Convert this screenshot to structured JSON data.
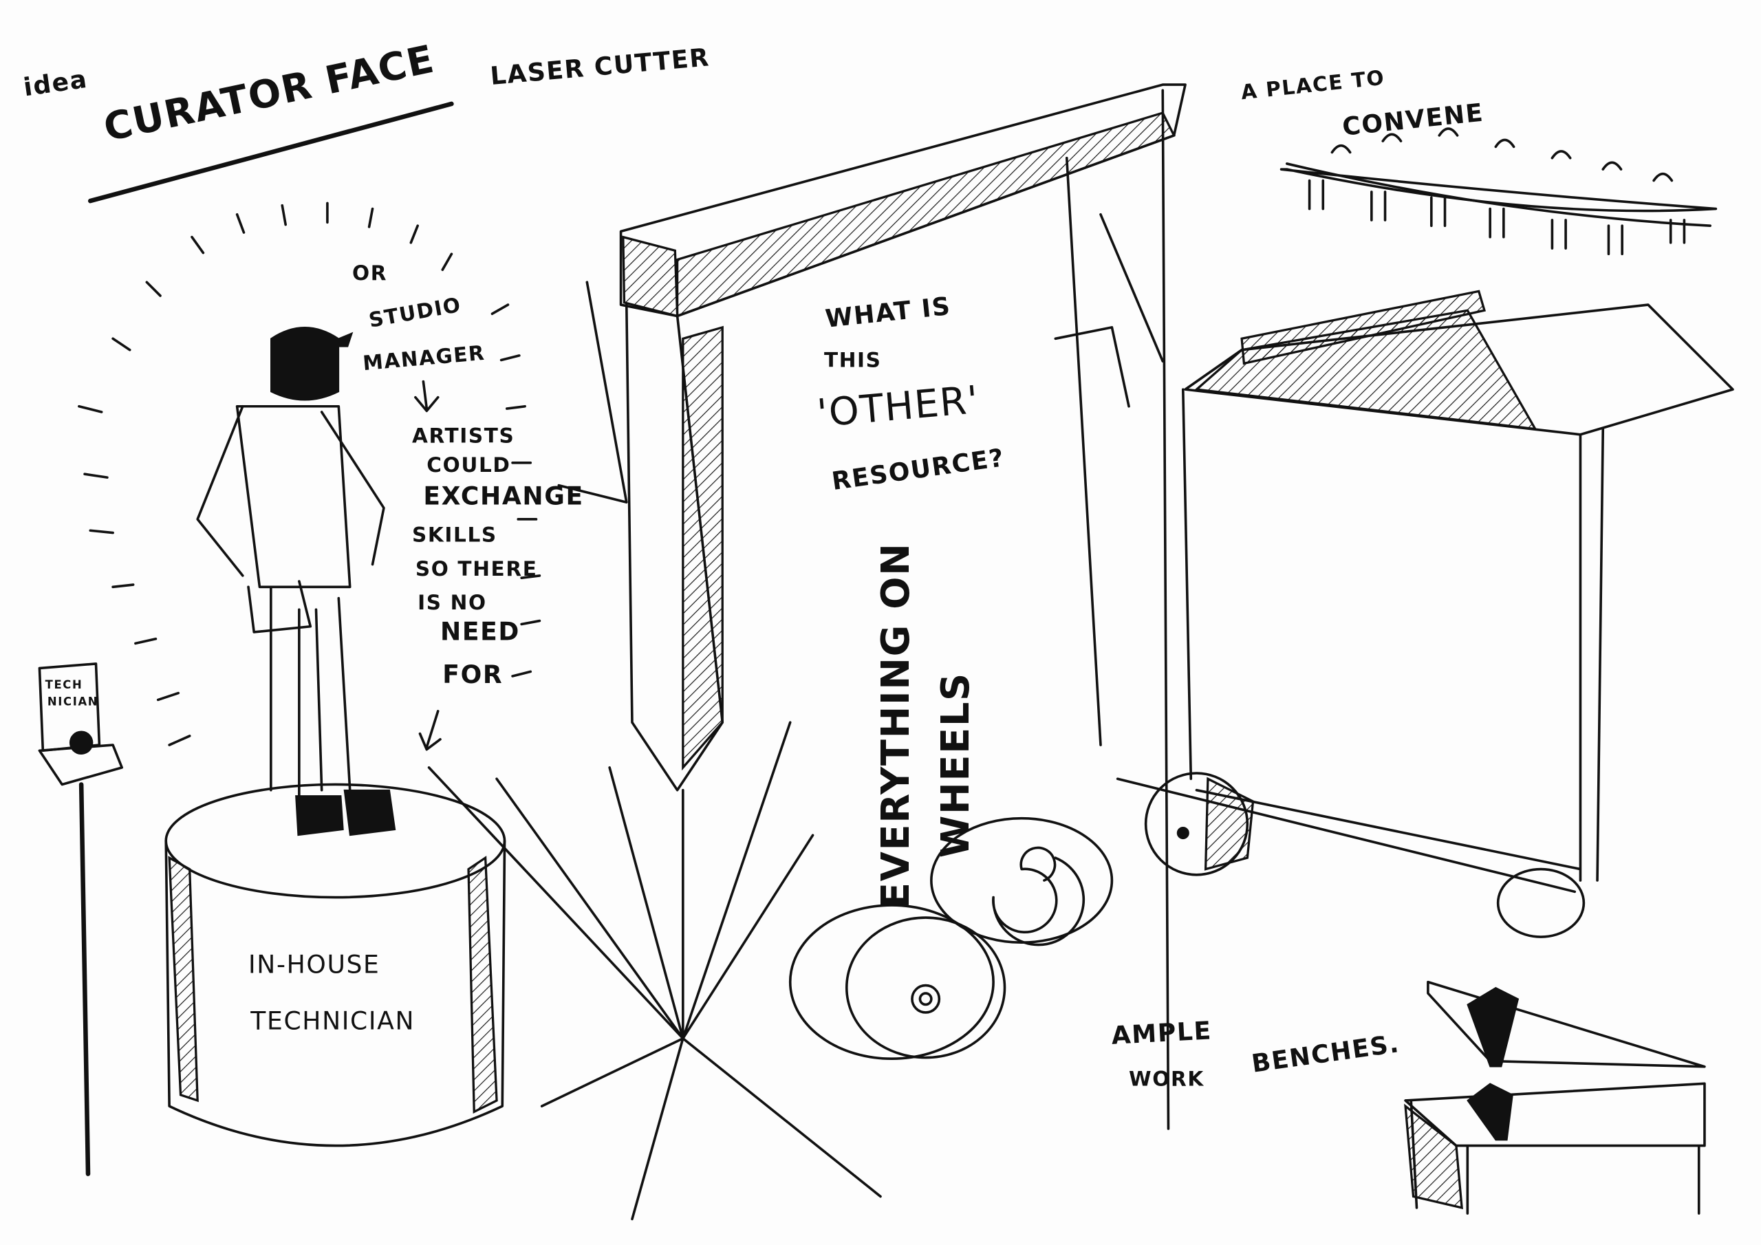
{
  "notes": {
    "scribble": "idea",
    "curator_face": "CURATOR FACE",
    "laser_cutter": "LASER CUTTER",
    "place_to_convene_1": "A PLACE TO",
    "place_to_convene_2": "CONVENE",
    "studio_manager": [
      "OR",
      "STUDIO",
      "MANAGER"
    ],
    "exchange": [
      "ARTISTS",
      "COULD",
      "EXCHANGE",
      "SKILLS",
      "SO THERE",
      "IS NO",
      "NEED",
      "FOR"
    ],
    "question": [
      "WHAT IS",
      "THIS",
      "'OTHER'",
      "RESOURCE?"
    ],
    "wheels": [
      "EVERYTHING ON",
      "WHEELS"
    ],
    "pedestal": [
      "IN-HOUSE",
      "TECHNICIAN"
    ],
    "benches": [
      "AMPLE",
      "WORK",
      "BENCHES."
    ],
    "sign": [
      "TECH",
      "NICIAN"
    ]
  }
}
